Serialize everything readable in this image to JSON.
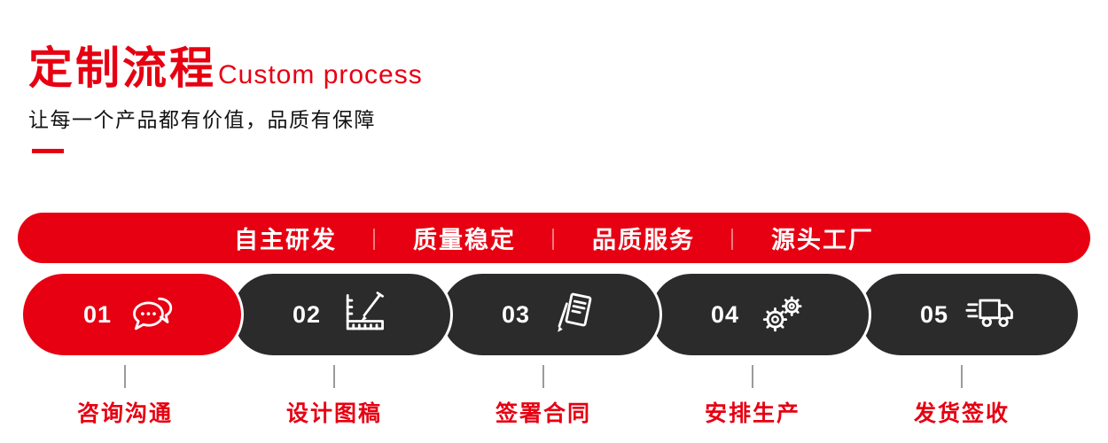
{
  "colors": {
    "accent": "#e60012",
    "dark_pill": "#2b2b2b"
  },
  "header": {
    "title_cn": "定制流程",
    "title_en": "Custom process",
    "subtitle": "让每一个产品都有价值，品质有保障"
  },
  "banner": {
    "separator": "｜",
    "items": [
      "自主研发",
      "质量稳定",
      "品质服务",
      "源头工厂"
    ]
  },
  "steps": [
    {
      "number": "01",
      "label": "咨询沟通",
      "icon": "chat-bubbles-icon"
    },
    {
      "number": "02",
      "label": "设计图稿",
      "icon": "ruler-pencil-icon"
    },
    {
      "number": "03",
      "label": "签署合同",
      "icon": "contract-pen-icon"
    },
    {
      "number": "04",
      "label": "安排生产",
      "icon": "gears-icon"
    },
    {
      "number": "05",
      "label": "发货签收",
      "icon": "delivery-truck-icon"
    }
  ]
}
